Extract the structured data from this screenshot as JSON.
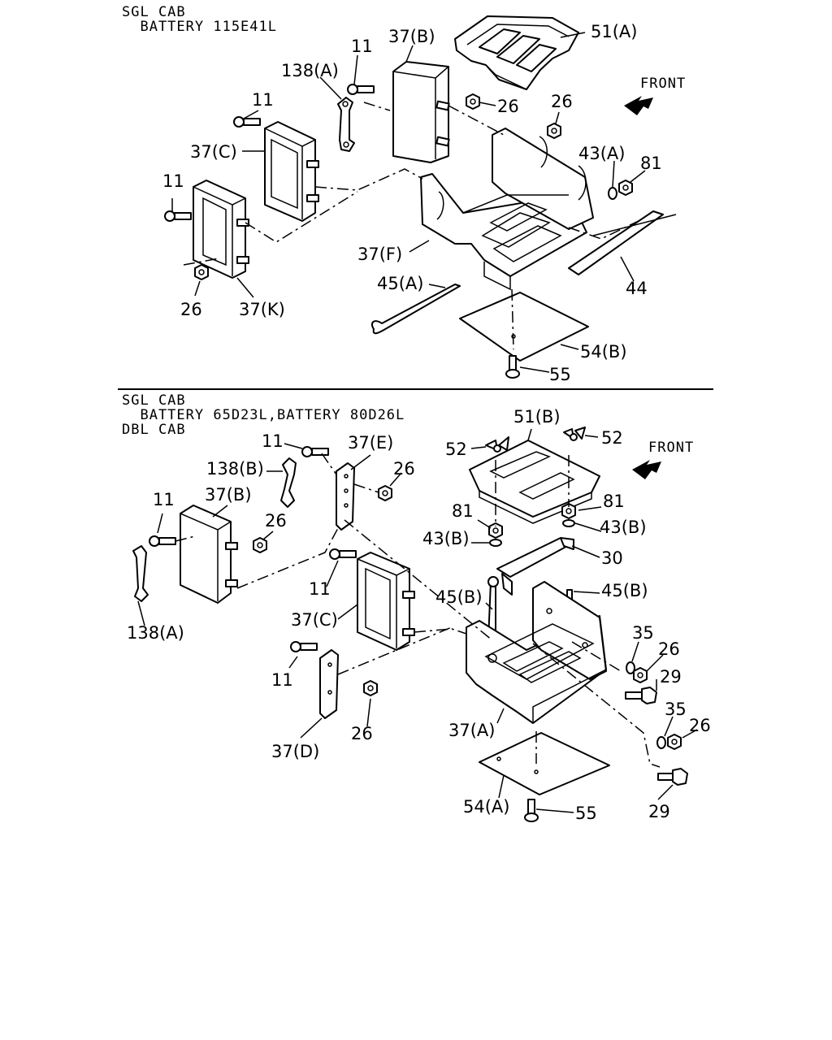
{
  "sections": [
    {
      "id": "top",
      "header_lines": [
        "SGL CAB",
        "  BATTERY 115E41L"
      ],
      "front_label": "FRONT",
      "callouts": [
        {
          "id": "t-51a",
          "text": "51(A)"
        },
        {
          "id": "t-37b",
          "text": "37(B)"
        },
        {
          "id": "t-11a",
          "text": "11"
        },
        {
          "id": "t-138a",
          "text": "138(A)"
        },
        {
          "id": "t-26a",
          "text": "26"
        },
        {
          "id": "t-26b",
          "text": "26"
        },
        {
          "id": "t-11b",
          "text": "11"
        },
        {
          "id": "t-37c",
          "text": "37(C)"
        },
        {
          "id": "t-43a",
          "text": "43(A)"
        },
        {
          "id": "t-81",
          "text": "81"
        },
        {
          "id": "t-11c",
          "text": "11"
        },
        {
          "id": "t-37f",
          "text": "37(F)"
        },
        {
          "id": "t-45a",
          "text": "45(A)"
        },
        {
          "id": "t-44",
          "text": "44"
        },
        {
          "id": "t-26c",
          "text": "26"
        },
        {
          "id": "t-37k",
          "text": "37(K)"
        },
        {
          "id": "t-54b",
          "text": "54(B)"
        },
        {
          "id": "t-55",
          "text": "55"
        }
      ]
    },
    {
      "id": "bottom",
      "header_lines": [
        "SGL CAB",
        "  BATTERY 65D23L,BATTERY 80D26L",
        "DBL CAB"
      ],
      "front_label": "FRONT",
      "callouts": [
        {
          "id": "b-51b",
          "text": "51(B)"
        },
        {
          "id": "b-52a",
          "text": "52"
        },
        {
          "id": "b-52b",
          "text": "52"
        },
        {
          "id": "b-11a",
          "text": "11"
        },
        {
          "id": "b-37e",
          "text": "37(E)"
        },
        {
          "id": "b-138b",
          "text": "138(B)"
        },
        {
          "id": "b-26a",
          "text": "26"
        },
        {
          "id": "b-37b",
          "text": "37(B)"
        },
        {
          "id": "b-11b",
          "text": "11"
        },
        {
          "id": "b-26b",
          "text": "26"
        },
        {
          "id": "b-81a",
          "text": "81"
        },
        {
          "id": "b-81b",
          "text": "81"
        },
        {
          "id": "b-43ba",
          "text": "43(B)"
        },
        {
          "id": "b-43bb",
          "text": "43(B)"
        },
        {
          "id": "b-30",
          "text": "30"
        },
        {
          "id": "b-138a",
          "text": "138(A)"
        },
        {
          "id": "b-11c",
          "text": "11"
        },
        {
          "id": "b-45ba",
          "text": "45(B)"
        },
        {
          "id": "b-45bb",
          "text": "45(B)"
        },
        {
          "id": "b-37c",
          "text": "37(C)"
        },
        {
          "id": "b-35a",
          "text": "35"
        },
        {
          "id": "b-26c",
          "text": "26"
        },
        {
          "id": "b-29a",
          "text": "29"
        },
        {
          "id": "b-11d",
          "text": "11"
        },
        {
          "id": "b-37a",
          "text": "37(A)"
        },
        {
          "id": "b-35b",
          "text": "35"
        },
        {
          "id": "b-26d",
          "text": "26"
        },
        {
          "id": "b-26e",
          "text": "26"
        },
        {
          "id": "b-37d",
          "text": "37(D)"
        },
        {
          "id": "b-54a",
          "text": "54(A)"
        },
        {
          "id": "b-55",
          "text": "55"
        },
        {
          "id": "b-29b",
          "text": "29"
        }
      ]
    }
  ],
  "icons": {
    "front_arrow": "front-arrow-icon",
    "bolt": "bolt-icon",
    "nut": "nut-icon",
    "washer": "washer-icon",
    "wing_nut": "wing-nut-icon"
  }
}
